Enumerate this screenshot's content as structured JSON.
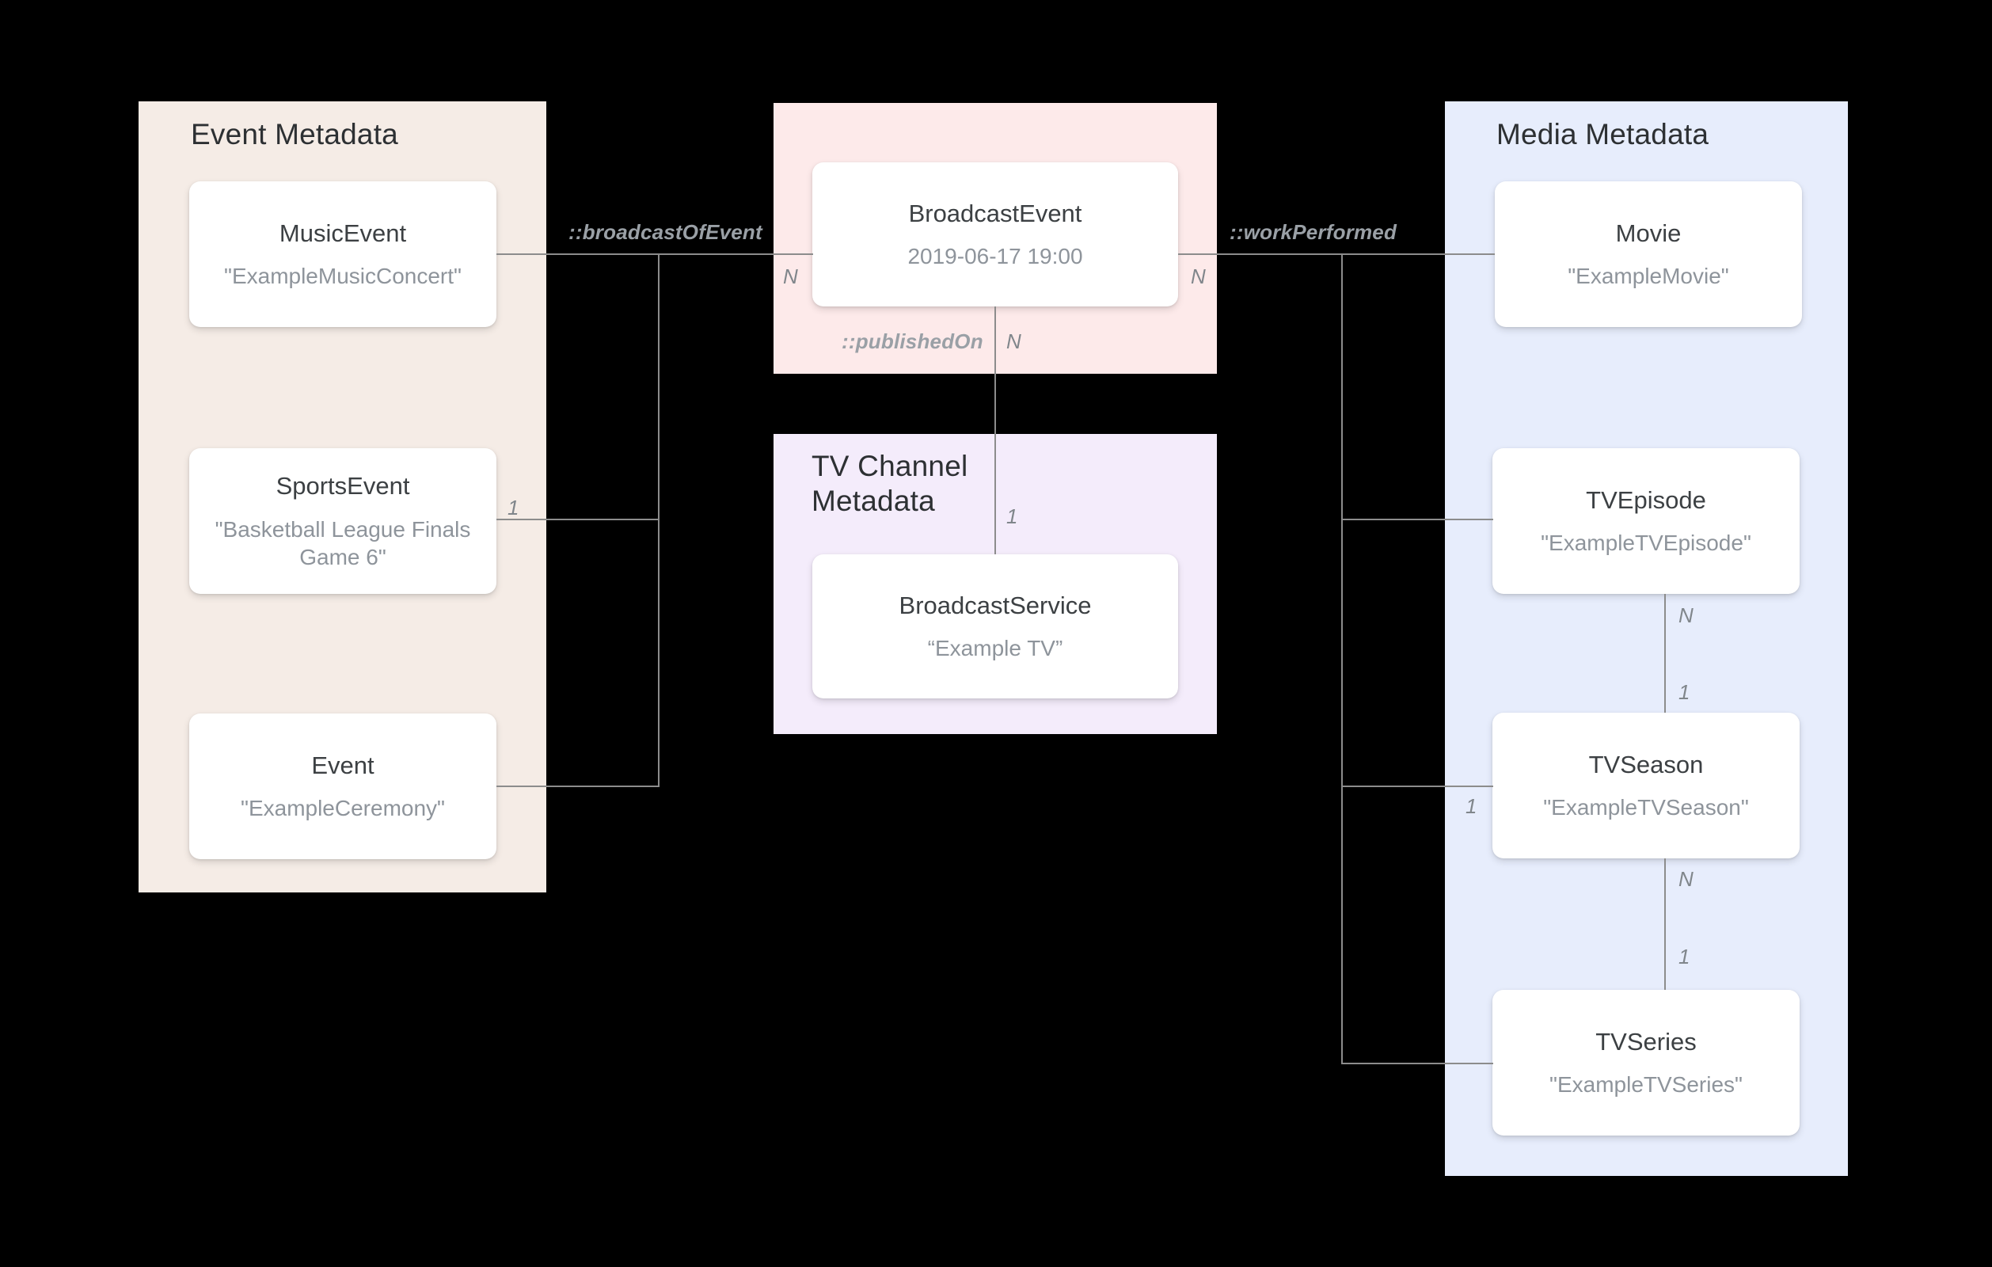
{
  "diagram": {
    "title": "Broadcast metadata entity relationship diagram",
    "colors": {
      "event_panel": "#f5ece6",
      "broadcast_panel": "#fdeaea",
      "tvchannel_panel": "#f4ecfb",
      "media_panel": "#e7edfc",
      "card_bg": "#ffffff",
      "line": "#8c8c8c",
      "entity_name": "#3c4043",
      "entity_value": "#8e949b",
      "relation_label": "#9aa0a6",
      "cardinality_label": "#80868b",
      "background": "#000000"
    }
  },
  "groups": {
    "event": {
      "title": "Event Metadata"
    },
    "broadcast": {
      "title": ""
    },
    "tvchannel": {
      "title": "TV Channel\nMetadata",
      "line1": "TV Channel",
      "line2": "Metadata"
    },
    "media": {
      "title": "Media Metadata"
    }
  },
  "entities": {
    "music_event": {
      "name": "MusicEvent",
      "value": "\"ExampleMusicConcert\""
    },
    "sports_event": {
      "name": "SportsEvent",
      "value": "\"Basketball League Finals Game 6\""
    },
    "event": {
      "name": "Event",
      "value": "\"ExampleCeremony\""
    },
    "broadcast_event": {
      "name": "BroadcastEvent",
      "value": "2019-06-17 19:00"
    },
    "broadcast_service": {
      "name": "BroadcastService",
      "value": "“Example TV”"
    },
    "movie": {
      "name": "Movie",
      "value": "\"ExampleMovie\""
    },
    "tv_episode": {
      "name": "TVEpisode",
      "value": "\"ExampleTVEpisode\""
    },
    "tv_season": {
      "name": "TVSeason",
      "value": "\"ExampleTVSeason\""
    },
    "tv_series": {
      "name": "TVSeries",
      "value": "\"ExampleTVSeries\""
    }
  },
  "relations": {
    "broadcast_of_event": {
      "label": "::broadcastOfEvent"
    },
    "published_on": {
      "label": "::publishedOn"
    },
    "work_performed": {
      "label": "::workPerformed"
    }
  },
  "cardinalities": {
    "sports_event_one": "1",
    "broadcast_event_left_n": "N",
    "broadcast_event_down_n": "N",
    "broadcast_event_right_n": "N",
    "broadcast_service_one": "1",
    "tv_episode_n": "N",
    "tv_season_one_top": "1",
    "tv_season_one_left": "1",
    "tv_season_n": "N",
    "tv_series_one": "1"
  }
}
